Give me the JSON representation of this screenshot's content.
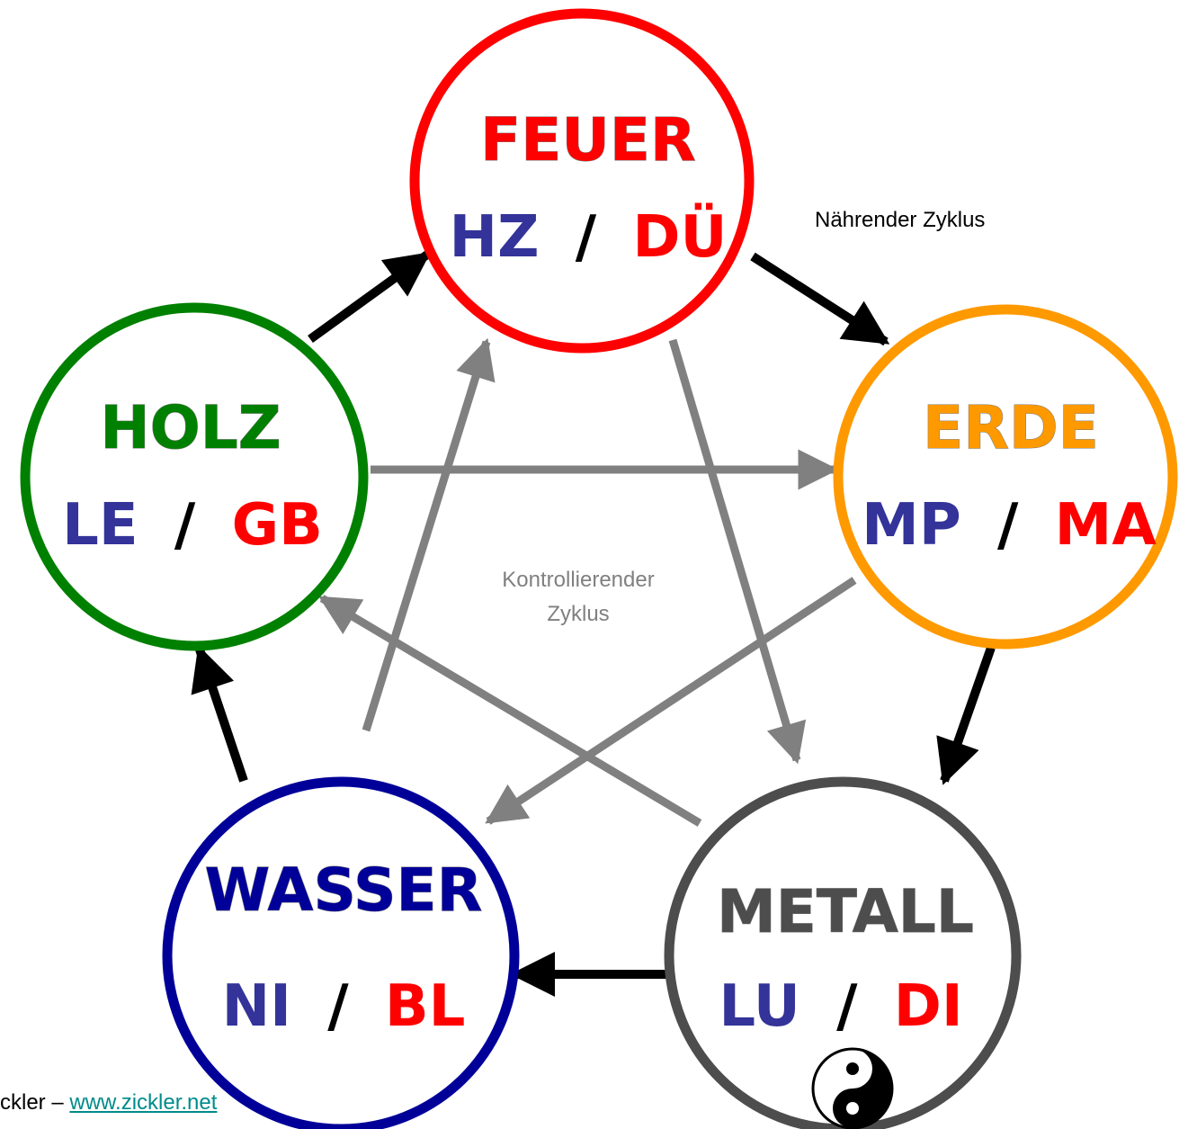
{
  "labels": {
    "nourishing_cycle": "Nährender Zyklus",
    "controlling_cycle_line1": "Kontrollierender",
    "controlling_cycle_line2": "Zyklus"
  },
  "footer": {
    "author_text": "ckler – ",
    "link_text": "www.zickler.net"
  },
  "colors": {
    "yin_organ": "#333399",
    "yang_organ": "#ff0000",
    "nourishing_arrow": "#000000",
    "controlling_arrow": "#808080"
  },
  "elements": {
    "feuer": {
      "name": "FEUER",
      "yin": "HZ",
      "sep": "/",
      "yang": "DÜ",
      "ring_color": "#ff0000",
      "name_color": "#ff0000"
    },
    "erde": {
      "name": "ERDE",
      "yin": "MP",
      "sep": "/",
      "yang": "MA",
      "ring_color": "#ff9900",
      "name_color": "#ff9900"
    },
    "metall": {
      "name": "METALL",
      "yin": "LU",
      "sep": "/",
      "yang": "DI",
      "ring_color": "#4d4d4d",
      "name_color": "#4d4d4d"
    },
    "wasser": {
      "name": "WASSER",
      "yin": "NI",
      "sep": "/",
      "yang": "BL",
      "ring_color": "#000099",
      "name_color": "#000099"
    },
    "holz": {
      "name": "HOLZ",
      "yin": "LE",
      "sep": "/",
      "yang": "GB",
      "ring_color": "#008000",
      "name_color": "#008000"
    }
  },
  "icons": {
    "yinyang": "yin-yang-icon"
  }
}
